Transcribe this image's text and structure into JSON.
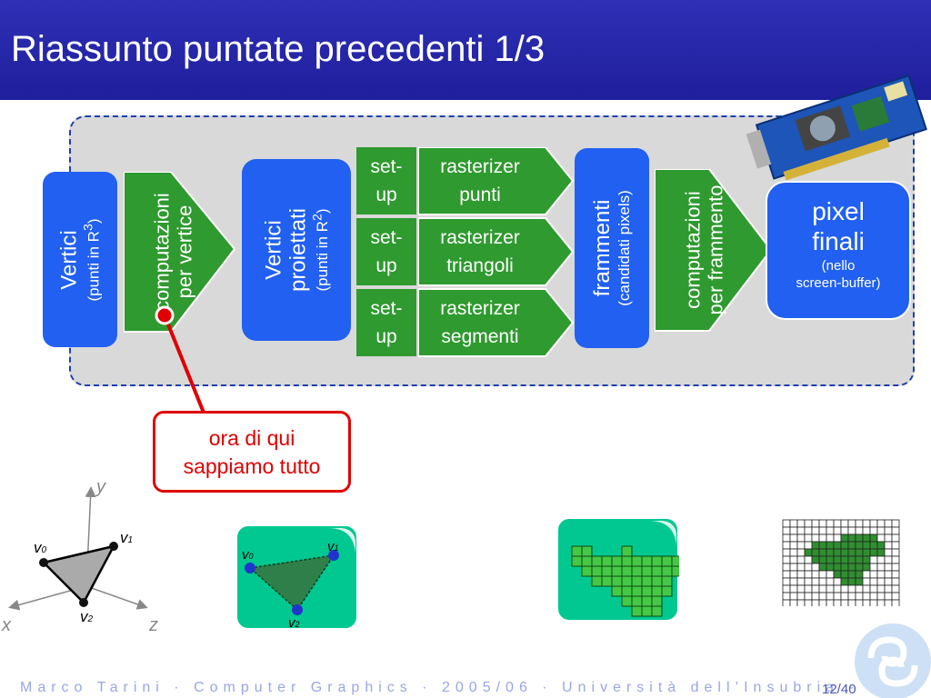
{
  "slide": {
    "title": "Riassunto puntate precedenti 1/3"
  },
  "pipeline": {
    "vertici": {
      "label": "Vertici",
      "sub": "(punti in R",
      "sup": "3",
      "close": ")"
    },
    "computazioni_vertice": {
      "line1": "computazioni",
      "line2": "per vertice"
    },
    "proiettati": {
      "line1": "Vertici",
      "line2": "proiettati",
      "sub": "(punti in R",
      "sup": "2",
      "close": ")"
    },
    "rows": [
      {
        "setup": "set-\nup",
        "raster": "rasterizer\npunti"
      },
      {
        "setup": "set-\nup",
        "raster": "rasterizer\ntriangoli"
      },
      {
        "setup": "set-\nup",
        "raster": "rasterizer\nsegmenti"
      }
    ],
    "frammenti": {
      "label": "frammenti",
      "sub": "(candidati pixels)"
    },
    "computazioni_frammento": {
      "line1": "computazioni",
      "line2": "per frammento"
    },
    "pixel": {
      "line1": "pixel",
      "line2": "finali",
      "sub1": "(nello",
      "sub2": "screen-buffer)"
    }
  },
  "callout": {
    "line1": "ora di qui",
    "line2": "sappiamo tutto"
  },
  "axes": {
    "y": "y",
    "x": "x",
    "z": "z"
  },
  "vertex_labels": {
    "v0": "v",
    "v0_sub": "0",
    "v1": "v",
    "v1_sub": "1",
    "v2": "v",
    "v2_sub": "2"
  },
  "footer": {
    "text": "Marco Tarini · Computer  Graphics · 2005/06 · Università dell’Insubria -",
    "page": "12/40"
  },
  "colors": {
    "title_bar": "#2e2fb5",
    "box_blue": "#2160f0",
    "box_green": "#2f9a2f",
    "panel_teal": "#00c890",
    "callout_red": "#e00000"
  }
}
